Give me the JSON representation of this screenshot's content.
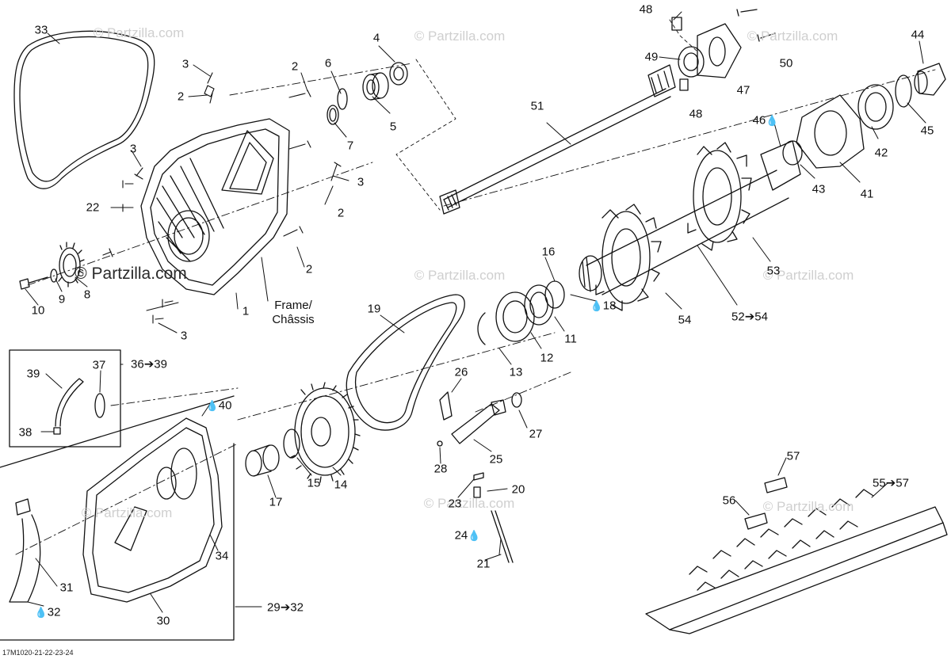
{
  "diagram_code": "17M1020-21-22-23-24",
  "watermark": "© Partzilla.com",
  "watermark_dark": "© Partzilla.com",
  "callouts": {
    "p1": "1",
    "p2a": "2",
    "p2b": "2",
    "p2c": "2",
    "p2d": "2",
    "p3a": "3",
    "p3b": "3",
    "p3c": "3",
    "p3d": "3",
    "p4": "4",
    "p5": "5",
    "p6": "6",
    "p7": "7",
    "p8": "8",
    "p9": "9",
    "p10": "10",
    "p11": "11",
    "p12": "12",
    "p13": "13",
    "p14": "14",
    "p15": "15",
    "p16": "16",
    "p17": "17",
    "p18": "18",
    "p19": "19",
    "p20": "20",
    "p21": "21",
    "p22": "22",
    "p23": "23",
    "p24": "24",
    "p25": "25",
    "p26": "26",
    "p27": "27",
    "p28": "28",
    "p30": "30",
    "p31": "31",
    "p32": "32",
    "p33": "33",
    "p34": "34",
    "p37": "37",
    "p38": "38",
    "p39": "39",
    "p40": "40",
    "p41": "41",
    "p42": "42",
    "p43": "43",
    "p44": "44",
    "p45": "45",
    "p46": "46",
    "p47": "47",
    "p48a": "48",
    "p48b": "48",
    "p49": "49",
    "p50": "50",
    "p51": "51",
    "p53": "53",
    "p54": "54",
    "p56": "56",
    "p57": "57",
    "r29_32": "29➔32",
    "r36_39": "36➔39",
    "r52_54": "52➔54",
    "r55_57": "55➔57",
    "frame": "Frame/\nChâssis"
  },
  "icons": {
    "drop": "fluid-drop-icon"
  },
  "colors": {
    "ink": "#111111",
    "watermark": "#cfcfcf",
    "background": "#ffffff"
  }
}
